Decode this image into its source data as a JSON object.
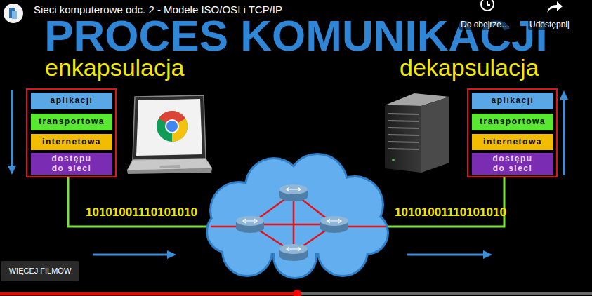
{
  "diagram": {
    "title": "PROCES KOMUNIKACJI",
    "nodes": [
      {
        "text": [
          "enkapsulacja"
        ]
      },
      {
        "text": [
          "aplikacji"
        ],
        "in": 0
      },
      {
        "text": [
          "transportowa"
        ],
        "in": 0
      },
      {
        "text": [
          "internetowa"
        ],
        "in": 0
      },
      {
        "text": [
          "dostępu do sieci"
        ],
        "in": 0
      },
      {
        "text": [
          "dekapsulacja"
        ]
      },
      {
        "text": [
          "aplikacji"
        ],
        "in": 5
      },
      {
        "text": [
          "transportowa"
        ],
        "in": 5
      },
      {
        "text": [
          "internetowa"
        ],
        "in": 5
      },
      {
        "text": [
          "dostępu do sieci"
        ],
        "in": 5
      }
    ],
    "labels": [
      "Sieci komputerowe odc. 2 - Modele ISO/OSI i TCP/IP",
      "Do obejrze…",
      "Udostępnij",
      "10101001110101010",
      "10101001110101010",
      "WIĘCEJ FILMÓW"
    ]
  }
}
